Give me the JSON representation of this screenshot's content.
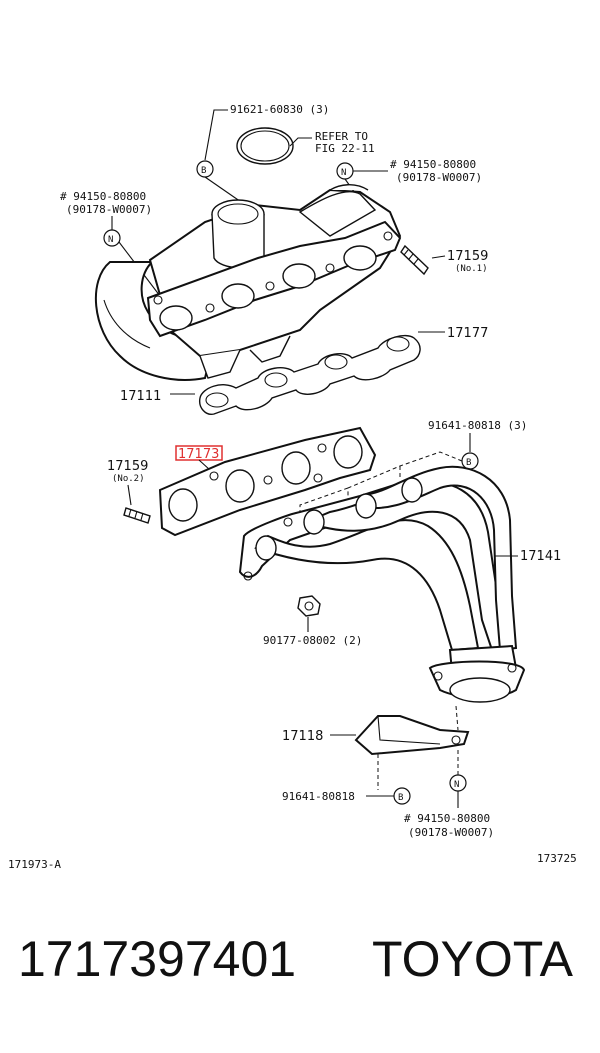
{
  "labels": {
    "top_bolt": "91621-60830 (3)",
    "refer_1": "REFER TO",
    "refer_2": "FIG 22-11",
    "nut_right_1": "# 94150-80800",
    "nut_right_2": "(90178-W0007)",
    "nut_left_1": "# 94150-80800",
    "nut_left_2": "(90178-W0007)",
    "stud_no1": "17159",
    "stud_no1_sub": "(No.1)",
    "gasket_17177": "17177",
    "manifold_17111": "17111",
    "bolt_mid": "91641-80818 (3)",
    "stud_no2": "17159",
    "stud_no2_sub": "(No.2)",
    "gasket_highlight": "17173",
    "pipe_17141": "17141",
    "nut_90177": "90177-08002 (2)",
    "shield_17118": "17118",
    "bolt_bottom": "91641-80818",
    "nut_bottom_1": "# 94150-80800",
    "nut_bottom_2": "(90178-W0007)",
    "fig_left": "171973-A",
    "fig_right": "173725"
  },
  "callouts": {
    "b": "B",
    "n": "N"
  },
  "caption": {
    "part_number": "1717397401",
    "brand": "TOYOTA"
  },
  "colors": {
    "highlight": "#e03030",
    "line": "#111111"
  }
}
